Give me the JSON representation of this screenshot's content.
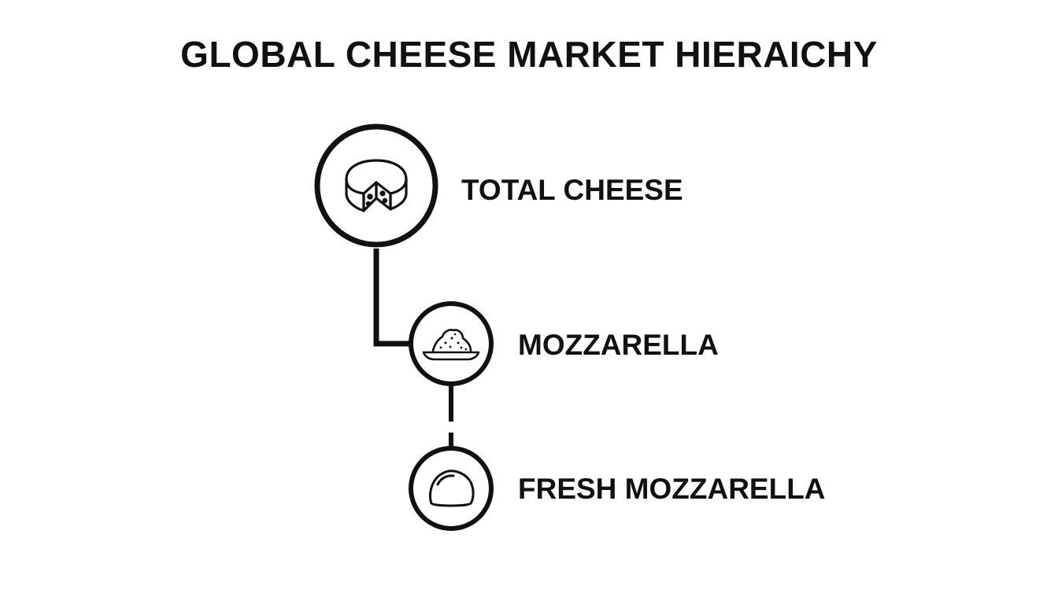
{
  "title": "GLOBAL CHEESE MARKET HIERAICHY",
  "nodes": [
    {
      "label": "TOTAL CHEESE",
      "icon": "cheese-wheel-icon"
    },
    {
      "label": "MOZZARELLA",
      "icon": "shredded-cheese-plate-icon"
    },
    {
      "label": "FRESH MOZZARELLA",
      "icon": "mozzarella-ball-icon"
    }
  ],
  "connectors": [
    {
      "from": "TOTAL CHEESE",
      "to": "MOZZARELLA",
      "style": "solid"
    },
    {
      "from": "MOZZARELLA",
      "to": "FRESH MOZZARELLA",
      "style": "dashed"
    }
  ],
  "colors": {
    "background": "#ffffff",
    "ink": "#111111"
  }
}
